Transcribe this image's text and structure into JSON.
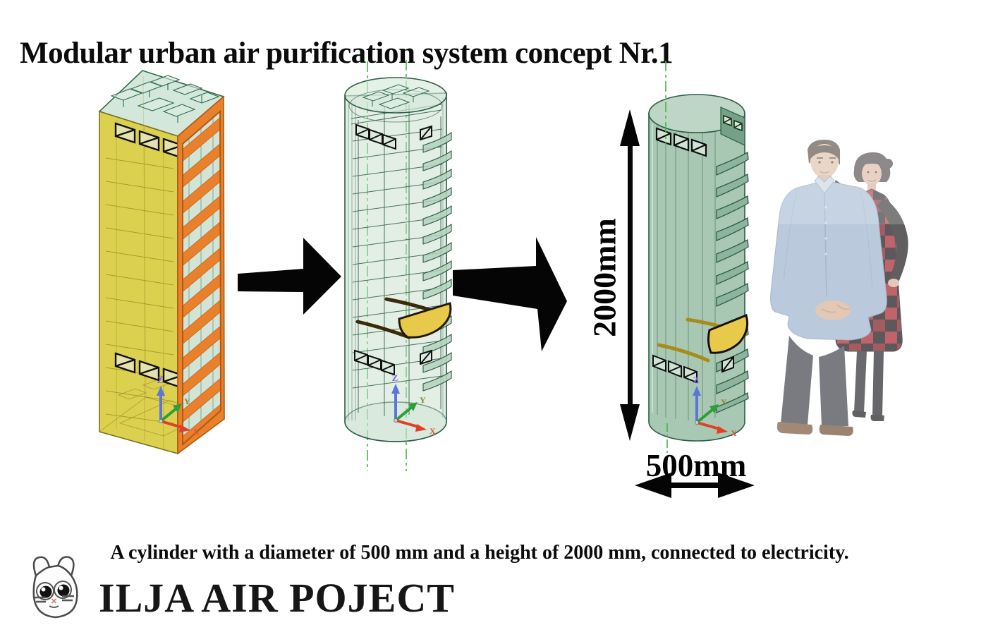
{
  "title": "Modular urban air purification system concept Nr.1",
  "dimensions": {
    "height": "2000mm",
    "diameter": "500mm"
  },
  "axes": {
    "x": "X",
    "y": "Y",
    "z": "Z"
  },
  "caption": "A cylinder with a diameter of 500 mm and a height of 2000 mm, connected to electricity.",
  "footer": {
    "brand": "ILJA AIR POJECT"
  },
  "icons": {
    "logo": "cat-face-logo",
    "flow_arrow": "black-right-arrow",
    "dimension_arrow": "double-headed-arrow"
  },
  "colors": {
    "module_front_yellow": "#dcd14f",
    "module_side_orange": "#e8802c",
    "glass_green": "#d2e4d6",
    "cylinder_body_green": "#a9c8b4",
    "cylinder_top_green": "#bdd6c6",
    "outline_dark_green": "#2c5c46",
    "centerline_green": "#45b545",
    "awning_yellow": "#e9c94a",
    "rail_gold": "#a78c1c",
    "arrow_black": "#050505",
    "axis_x_red": "#e0402a",
    "axis_y_green": "#2f9e38",
    "axis_z_blue": "#5b76d8"
  }
}
